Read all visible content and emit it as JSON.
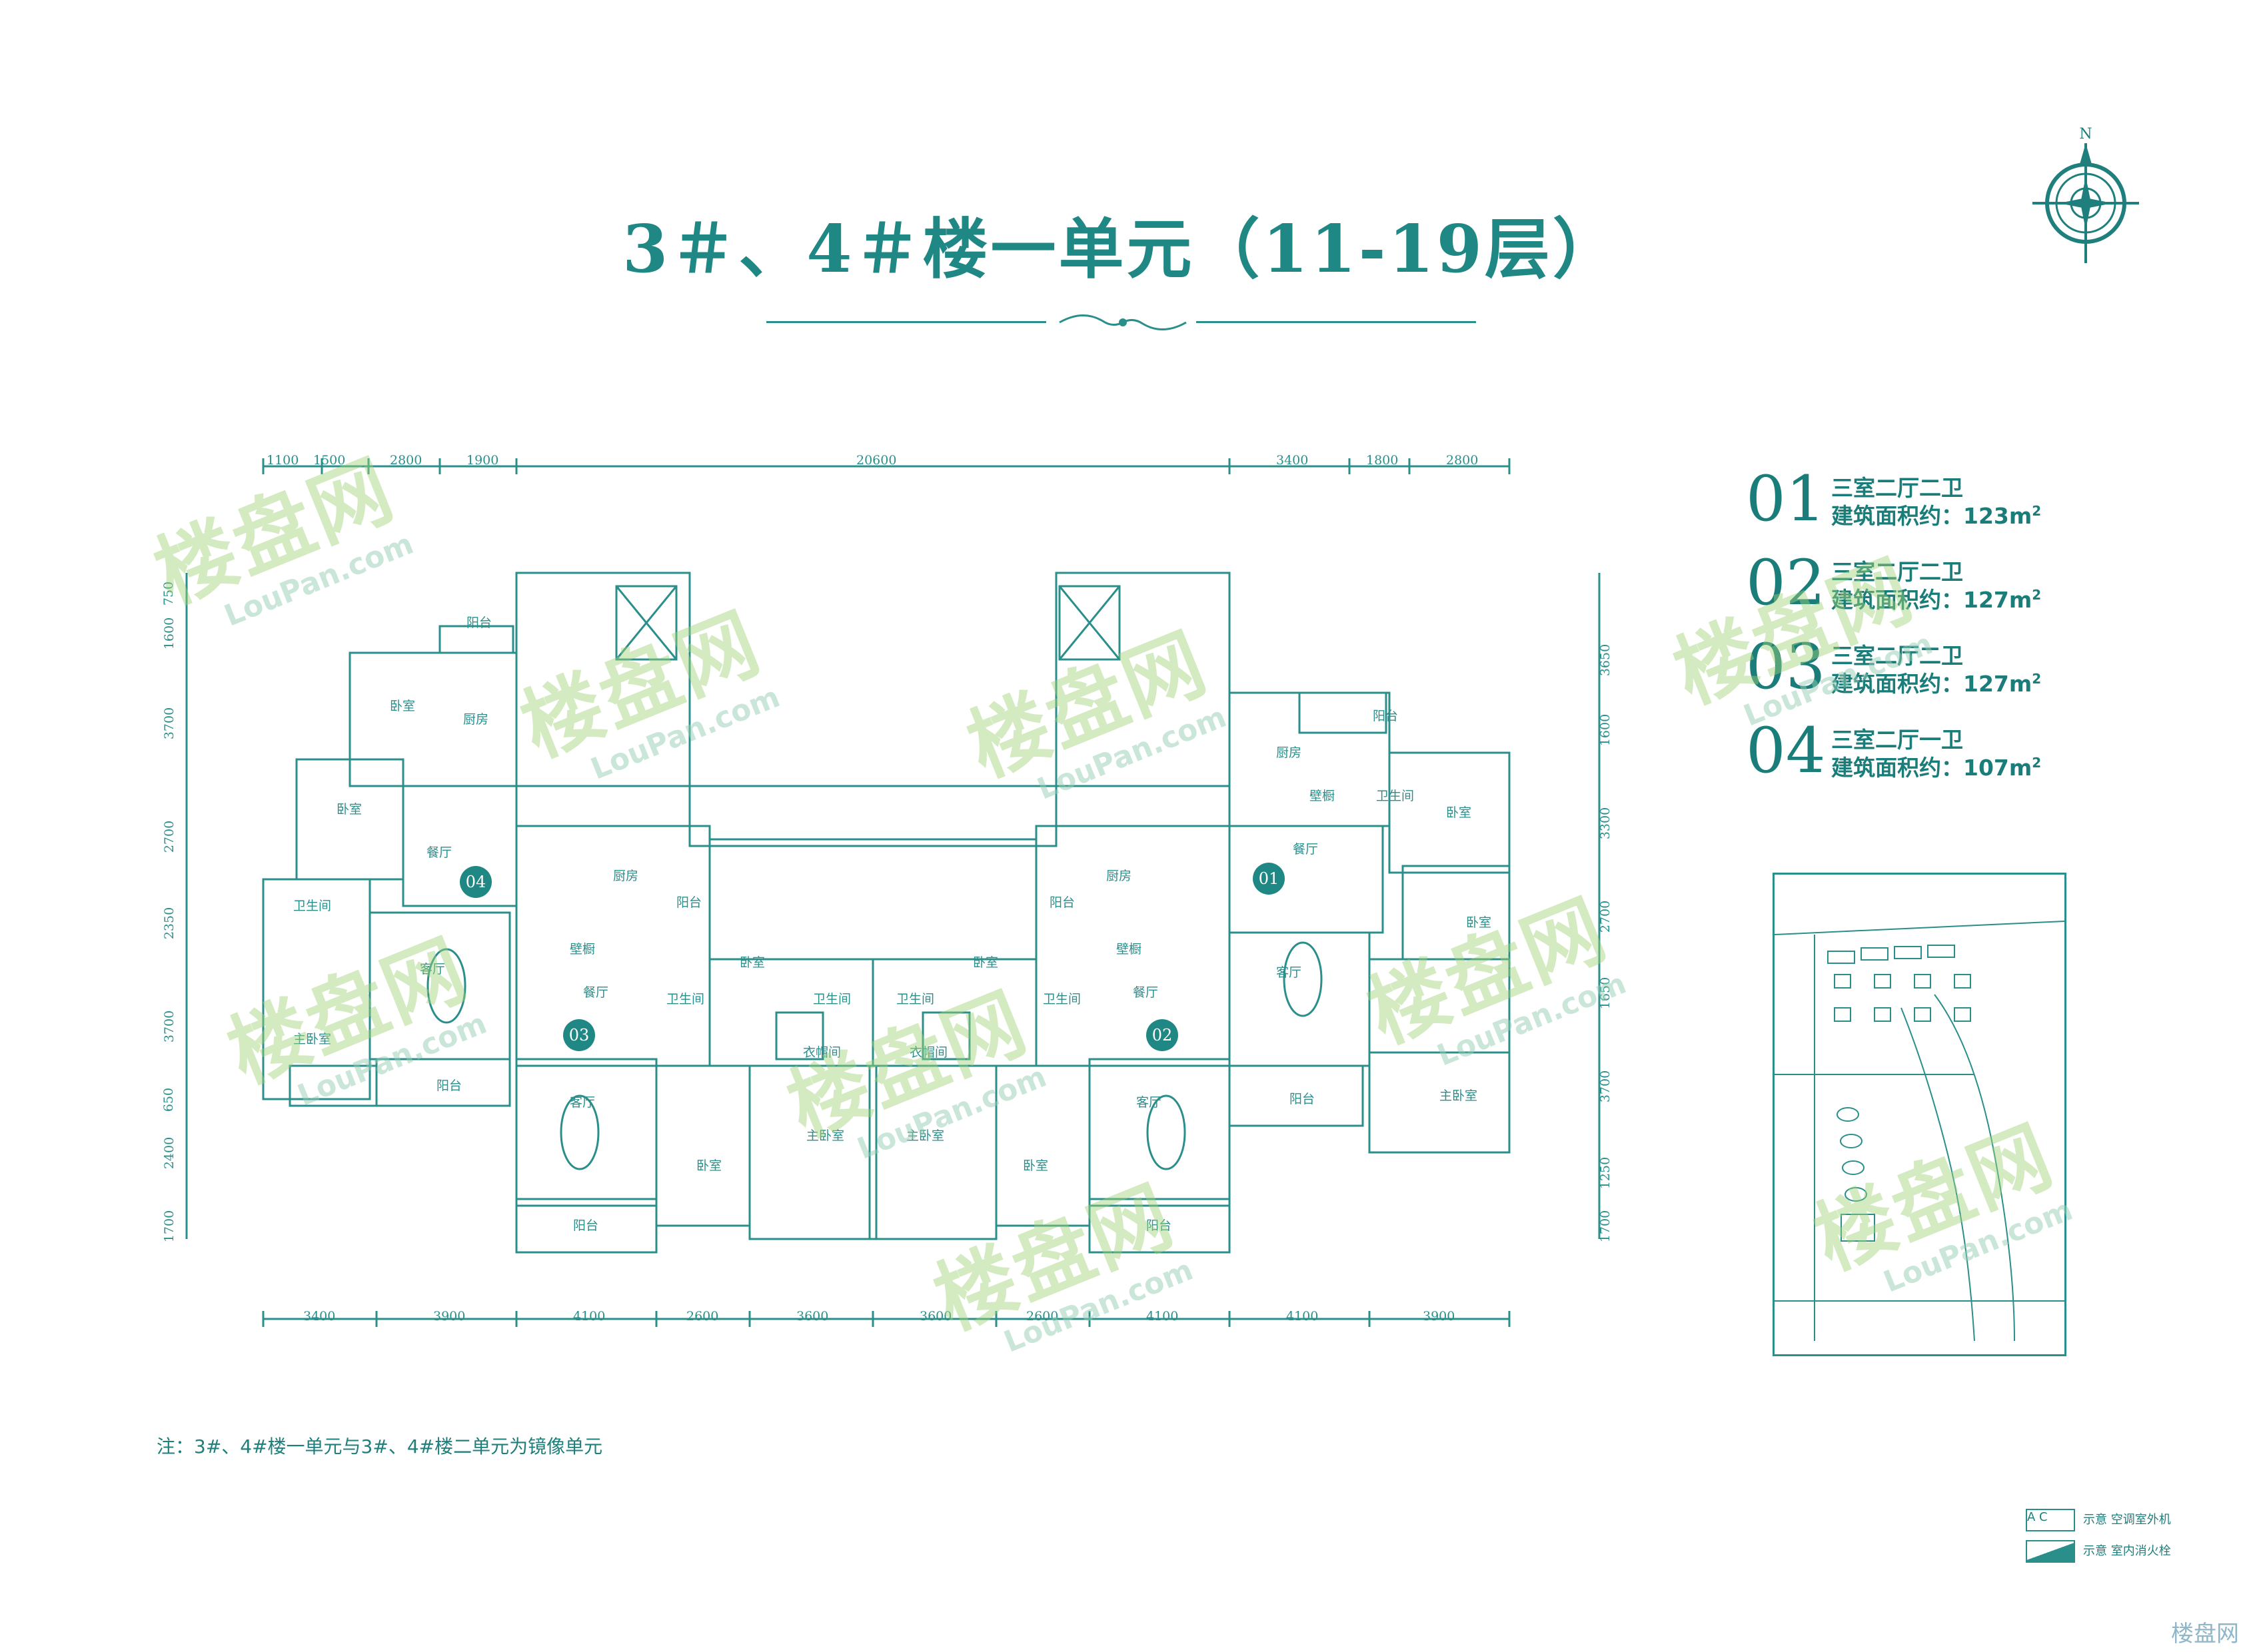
{
  "title": "3＃、4＃楼一单元（11-19层）",
  "compass": {
    "north_label": "N"
  },
  "units": [
    {
      "num": "01",
      "type": "三室二厅二卫",
      "area_label": "建筑面积约：",
      "area_value": "123m",
      "area_unit": "2"
    },
    {
      "num": "02",
      "type": "三室二厅二卫",
      "area_label": "建筑面积约：",
      "area_value": "127m",
      "area_unit": "2"
    },
    {
      "num": "03",
      "type": "三室二厅二卫",
      "area_label": "建筑面积约：",
      "area_value": "127m",
      "area_unit": "2"
    },
    {
      "num": "04",
      "type": "三室二厅一卫",
      "area_label": "建筑面积约：",
      "area_value": "107m",
      "area_unit": "2"
    }
  ],
  "plan": {
    "top_dims": [
      "1100",
      "1500",
      "2800",
      "1900",
      "20600",
      "3400",
      "1800",
      "2800"
    ],
    "bottom_dims": [
      "3400",
      "3900",
      "4100",
      "2600",
      "3600",
      "3600",
      "2600",
      "4100",
      "4100",
      "3900"
    ],
    "left_dims": [
      "750",
      "1600",
      "3700",
      "2700",
      "2350",
      "3700",
      "650",
      "2400",
      "1700"
    ],
    "right_dims": [
      "3650",
      "1600",
      "3300",
      "2700",
      "1650",
      "3700",
      "1250",
      "1700"
    ],
    "badges": [
      "04",
      "03",
      "02",
      "01"
    ],
    "rooms": {
      "r1": "阳台",
      "r2": "卧室",
      "r3": "厨房",
      "r4": "卧室",
      "r5": "餐厅",
      "r6": "卫生间",
      "r7": "客厅",
      "r8": "主卧室",
      "r9": "阳台",
      "r10": "厨房",
      "r11": "阳台",
      "r12": "壁橱",
      "r13": "餐厅",
      "r14": "卫生间",
      "r15": "卧室",
      "r16": "卫生间",
      "r17": "卫生间",
      "r18": "卧室",
      "r19": "衣帽间",
      "r20": "衣帽间",
      "r21": "客厅",
      "r22": "卧室",
      "r23": "主卧室",
      "r24": "主卧室",
      "r25": "卧室",
      "r26": "阳台",
      "r27": "厨房",
      "r28": "阳台",
      "r29": "壁橱",
      "r30": "卫生间",
      "r31": "餐厅",
      "r32": "客厅",
      "r33": "阳台",
      "r34": "阳台",
      "r35": "厨房",
      "r36": "壁橱",
      "r37": "卫生间",
      "r38": "卧室",
      "r39": "餐厅",
      "r40": "卧室",
      "r41": "客厅",
      "r42": "阳台",
      "r43": "主卧室"
    }
  },
  "watermark": {
    "cn": "楼盘网",
    "en": "LouPan.com"
  },
  "note": "注：3#、4#楼一单元与3#、4#楼二单元为镜像单元",
  "legend": [
    {
      "mark": "A  C",
      "label": "示意 空调室外机"
    },
    {
      "mark": "",
      "label": "示意 室内消火栓"
    }
  ],
  "corner_logo": "楼盘网"
}
